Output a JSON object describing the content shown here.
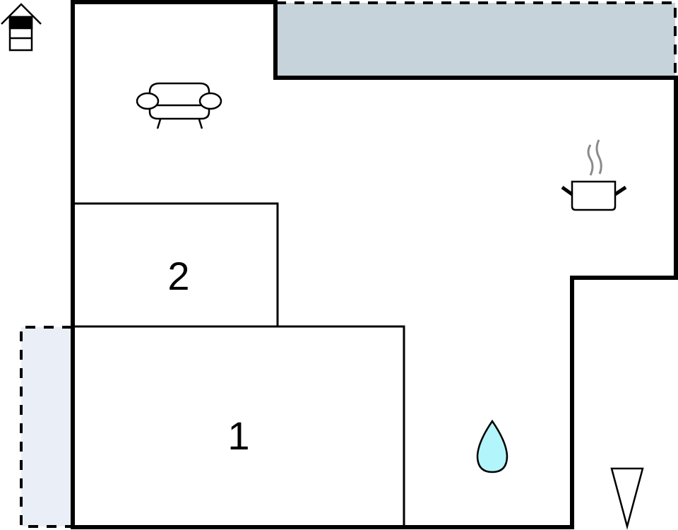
{
  "floorplan": {
    "type": "floor-plan",
    "colors": {
      "wall": "#000000",
      "terrace_top": "#c6d3da",
      "terrace_left": "#eaeff7",
      "water_drop": "#b2f5fb",
      "steam": "#8a8a8a",
      "background": "#ffffff"
    },
    "rooms": [
      {
        "id": "room-1",
        "label": "1",
        "kind": "bedroom"
      },
      {
        "id": "room-2",
        "label": "2",
        "kind": "bedroom"
      }
    ],
    "zones": [
      {
        "id": "terrace-top",
        "kind": "outdoor-terrace"
      },
      {
        "id": "terrace-left",
        "kind": "outdoor-terrace"
      },
      {
        "id": "living-area",
        "kind": "living-room",
        "icon": "sofa-icon"
      },
      {
        "id": "kitchen-area",
        "kind": "kitchen",
        "icon": "cooking-pot-icon"
      },
      {
        "id": "bathroom-area",
        "kind": "bathroom",
        "icon": "water-drop-icon"
      }
    ],
    "legend_icons": [
      {
        "name": "floor-level-icon",
        "meaning": "ground floor indicator"
      },
      {
        "name": "north-arrow-icon",
        "meaning": "orientation"
      }
    ]
  }
}
